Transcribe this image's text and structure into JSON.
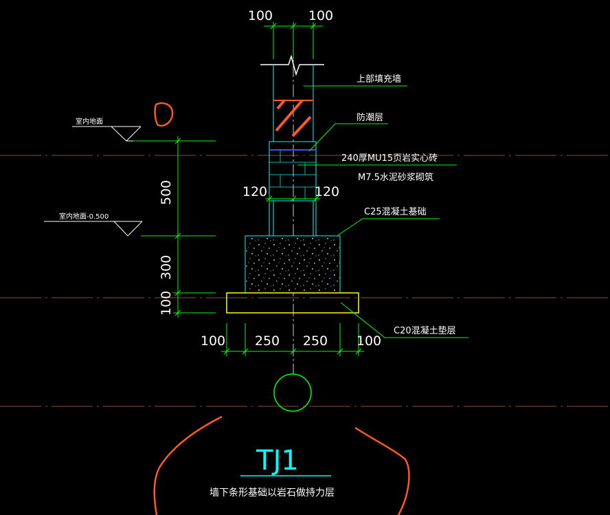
{
  "colors": {
    "background": "#000000",
    "axis": "#8b4a3c",
    "green": "#00ff00",
    "cyan": "#00ffff",
    "white": "#ffffff",
    "yellow": "#ffff00",
    "orange": "#ff5a1f",
    "blue": "#3355ff"
  },
  "dimensions": {
    "top_left": "100",
    "top_right": "100",
    "brick_left": "120",
    "brick_right": "120",
    "vert_500": "500",
    "vert_300": "300",
    "vert_100": "100",
    "bottom": [
      "100",
      "250",
      "250",
      "100"
    ]
  },
  "labels": {
    "upper_wall": "上部填充墙",
    "dpc": "防潮层",
    "brick_line1": "240厚MU15页岩实心砖",
    "brick_line2": "M7.5水泥砂浆砌筑",
    "c25": "C25混凝土基础",
    "c20": "C20混凝土垫层",
    "floor": "室内地面",
    "floor_minus": "室内地面-0.500"
  },
  "markers": {
    "axis_letter": "D"
  },
  "footer": {
    "title": "TJ1",
    "subtitle": "墙下条形基础以岩石做持力层"
  }
}
